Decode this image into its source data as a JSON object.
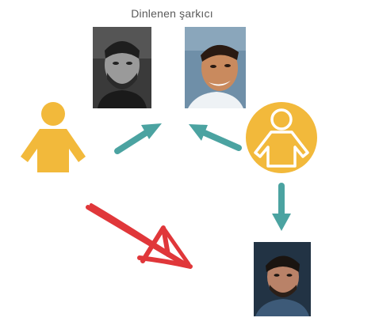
{
  "title": "Dinlenen şarkıcı",
  "people": [
    {
      "id": "listener-left",
      "icon": "person-icon",
      "style": "plain"
    },
    {
      "id": "listener-right",
      "icon": "person-icon",
      "style": "circle"
    }
  ],
  "photos": [
    {
      "id": "singer-photo-top-left",
      "tone": "grayscale"
    },
    {
      "id": "singer-photo-top-right",
      "tone": "color"
    },
    {
      "id": "singer-photo-bottom-right",
      "tone": "color"
    }
  ],
  "arrows": [
    {
      "id": "arrow-left-to-top",
      "color": "#4ba3a1"
    },
    {
      "id": "arrow-right-to-top",
      "color": "#4ba3a1"
    },
    {
      "id": "arrow-right-down",
      "color": "#4ba3a1"
    },
    {
      "id": "hand-drawn-arrow",
      "color": "#e0373a"
    }
  ],
  "colors": {
    "person": "#f2b93b",
    "arrow": "#4ba3a1",
    "hand_arrow": "#e0373a",
    "title": "#5a5a5a"
  }
}
